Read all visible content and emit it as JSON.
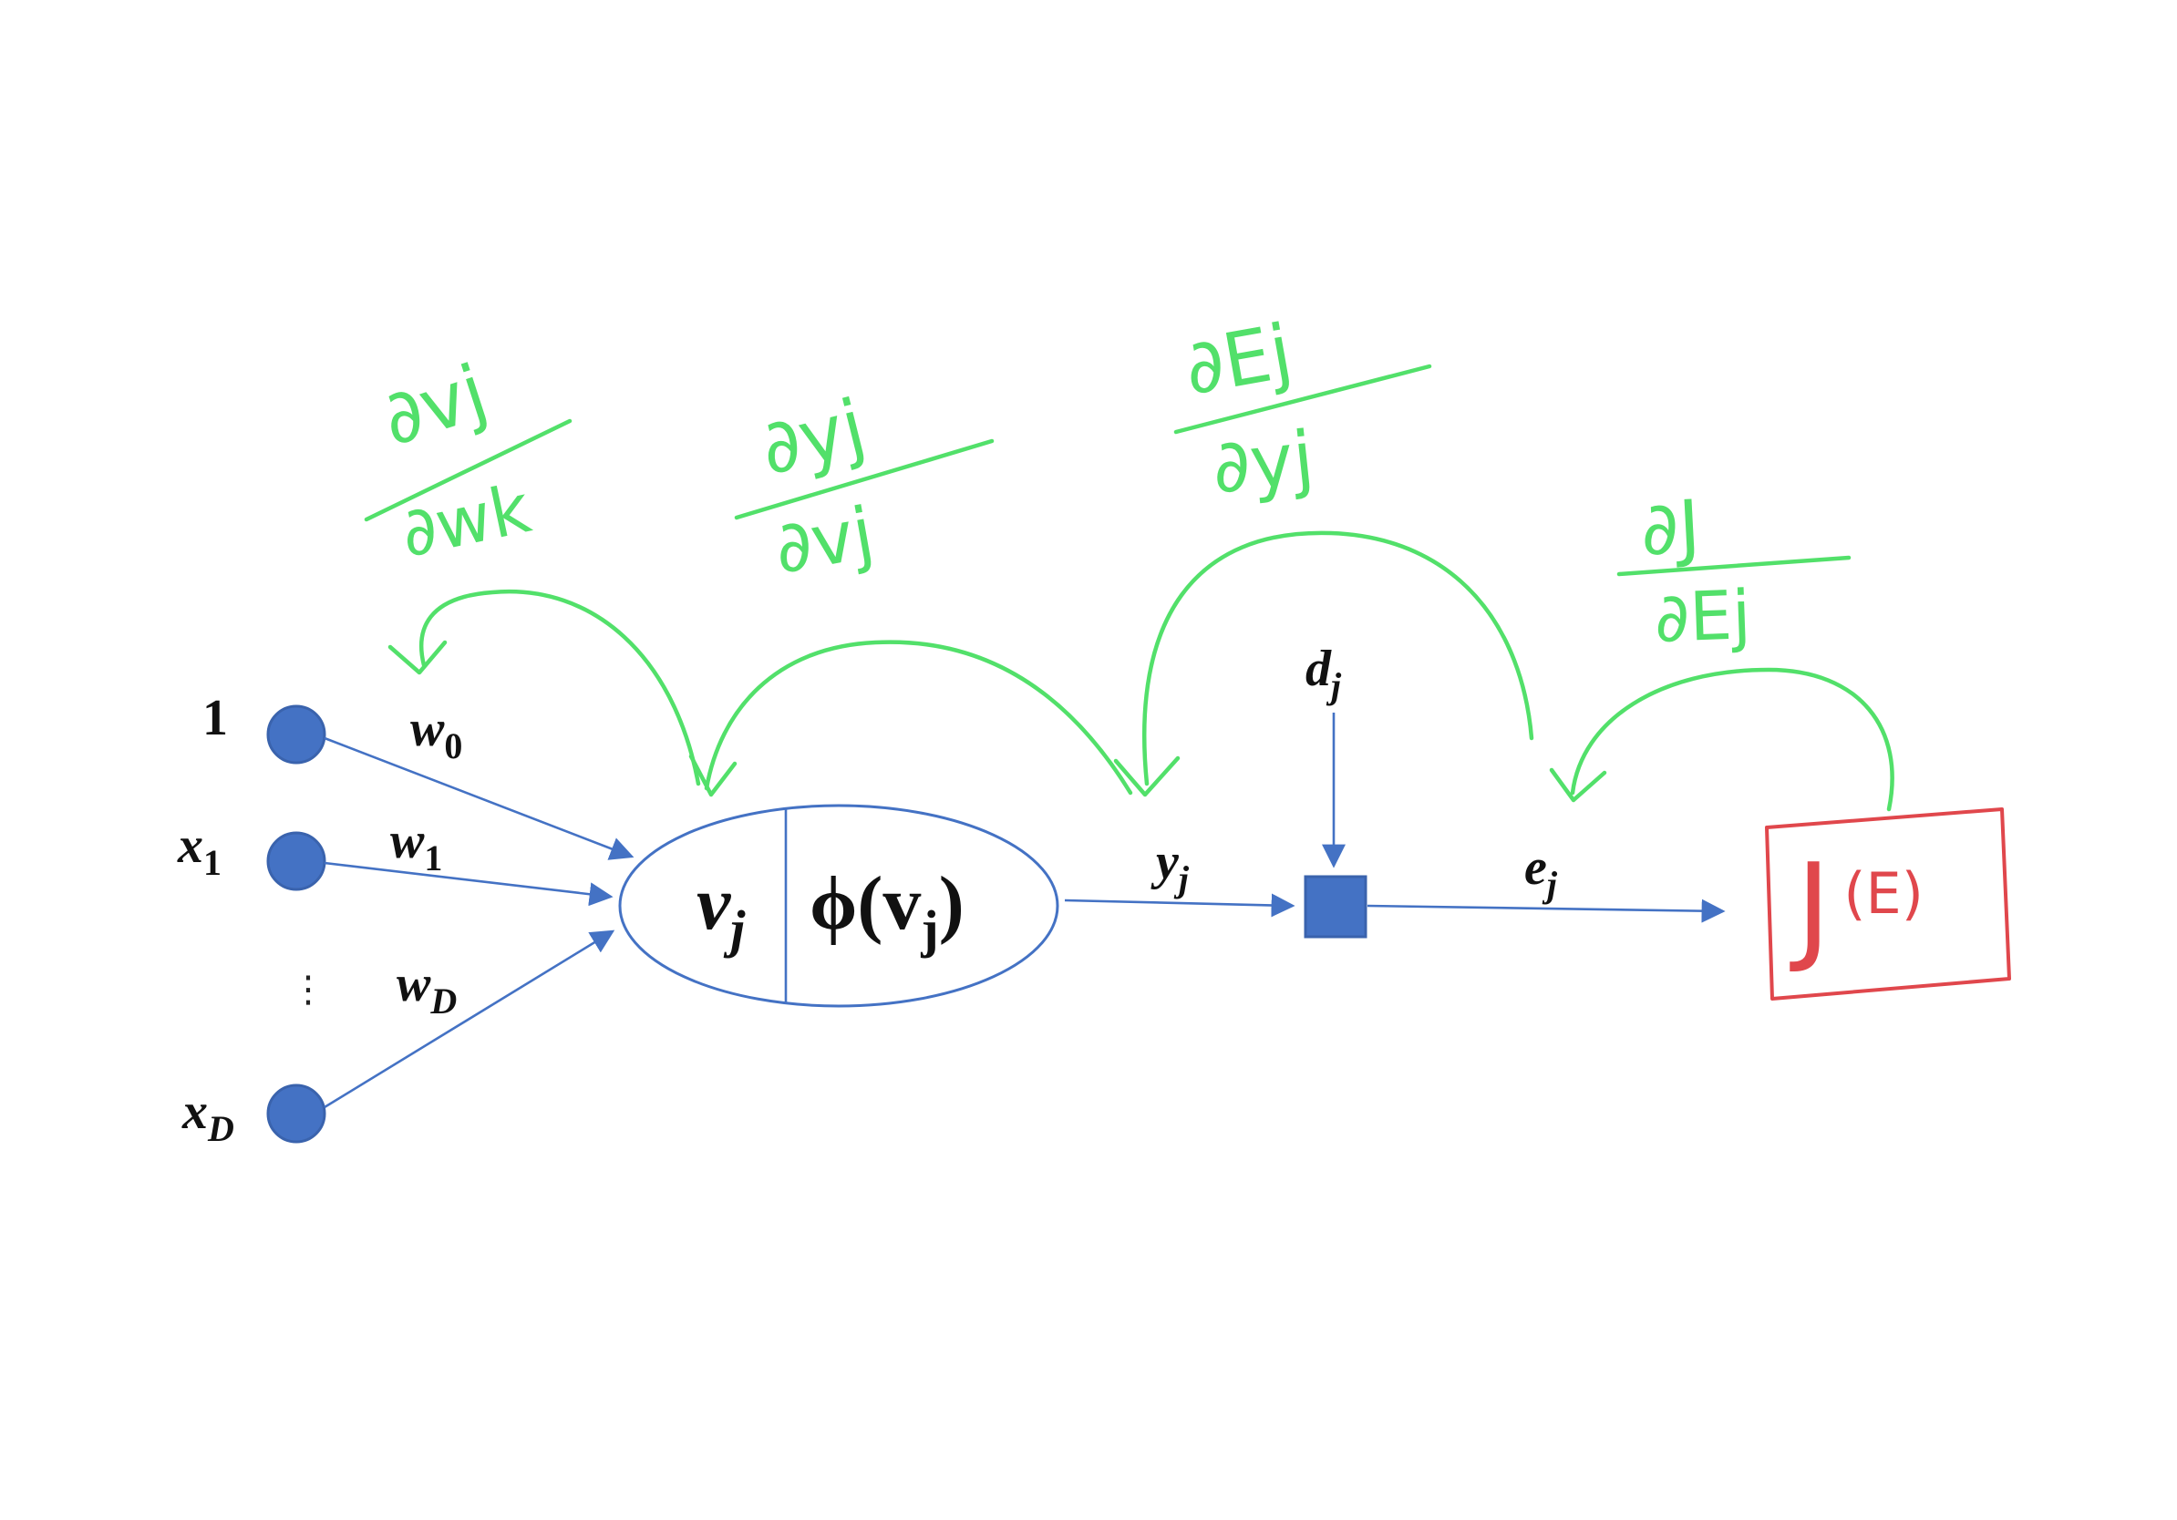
{
  "inputs": [
    {
      "label": "1",
      "sub": ""
    },
    {
      "label": "x",
      "sub": "1"
    },
    {
      "label": "x",
      "sub": "D"
    }
  ],
  "ellipsis": "⋮",
  "weights": [
    {
      "label": "w",
      "sub": "0"
    },
    {
      "label": "w",
      "sub": "1"
    },
    {
      "label": "w",
      "sub": "D"
    }
  ],
  "neuron": {
    "v": {
      "label": "v",
      "sub": "j"
    },
    "phi": {
      "label": "ϕ(v",
      "sub": "j",
      "close": ")"
    }
  },
  "y": {
    "label": "y",
    "sub": "j"
  },
  "d": {
    "label": "d",
    "sub": "j"
  },
  "e": {
    "label": "e",
    "sub": "j"
  },
  "cost": {
    "main": "J",
    "arg": "(E)"
  },
  "handwritten_derivatives": [
    {
      "num": "∂vj",
      "den": "∂wk"
    },
    {
      "num": "∂yj",
      "den": "∂vj"
    },
    {
      "num": "∂Ej",
      "den": "∂yj"
    },
    {
      "num": "∂J",
      "den": "∂Ej"
    }
  ],
  "colors": {
    "node_fill": "#4472C4",
    "arrow": "#4472C4",
    "handwriting": "#52E06A",
    "cost": "#E0474C",
    "text": "#111111"
  }
}
